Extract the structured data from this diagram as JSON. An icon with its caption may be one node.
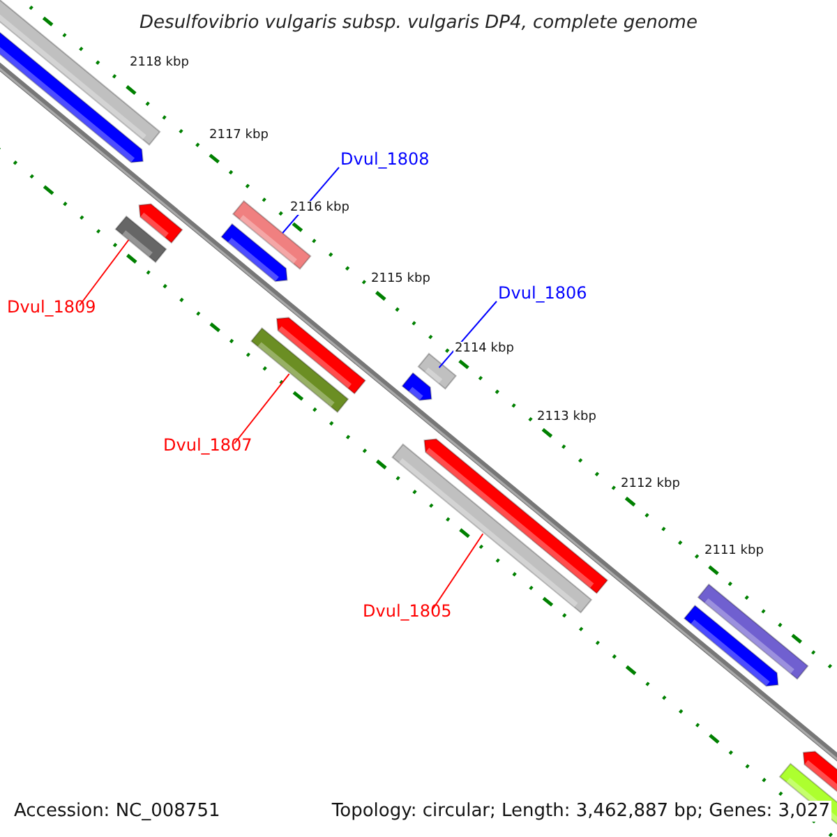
{
  "diagram": {
    "title": "Desulfovibrio vulgaris subsp. vulgaris DP4, complete genome",
    "nodes": [
      {
        "text": [
          "Dvul_1808"
        ]
      },
      {
        "text": [
          "Dvul_1806"
        ]
      },
      {
        "text": [
          "Dvul_1809"
        ]
      },
      {
        "text": [
          "Dvul_1807"
        ]
      },
      {
        "text": [
          "Dvul_1805"
        ]
      },
      {
        "text": [],
        "shape": "bar"
      },
      {
        "text": [],
        "shape": "bar"
      },
      {
        "text": [],
        "shape": "bar"
      },
      {
        "text": [],
        "shape": "bar"
      },
      {
        "text": [],
        "shape": "bar"
      }
    ],
    "edges": [
      {
        "from": 0,
        "to": 6,
        "arrow": "none",
        "color": "#0000ff"
      },
      {
        "from": 1,
        "to": 9,
        "arrow": "none",
        "color": "#0000ff"
      },
      {
        "from": 2,
        "to": 5,
        "arrow": "none"
      },
      {
        "from": 3,
        "to": 7,
        "arrow": "none"
      },
      {
        "from": 4,
        "to": 8,
        "arrow": "none"
      }
    ],
    "labels": [
      "2118 kbp",
      "2117 kbp",
      "2116 kbp",
      "2115 kbp",
      "2114 kbp",
      "2113 kbp",
      "2112 kbp",
      "2111 kbp",
      "Accession: NC_008751",
      "Topology: circular; Length: 3,462,887 bp; Genes: 3,027"
    ]
  }
}
